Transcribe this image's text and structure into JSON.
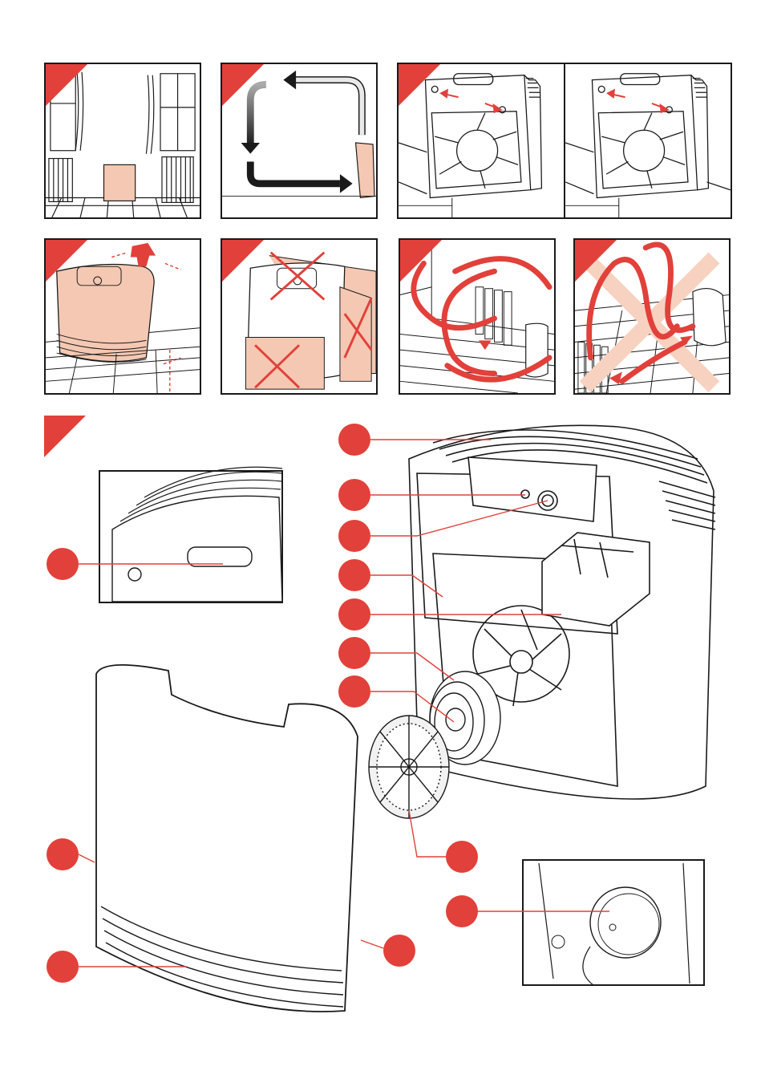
{
  "colors": {
    "accent": "#e2403a",
    "line": "#1a1a1a",
    "peach": "#f4c8b2",
    "cross": "#f7d2c0"
  },
  "panels": [
    {
      "name": "placement-room"
    },
    {
      "name": "rotation-arrows"
    },
    {
      "name": "filter-unit-front-a"
    },
    {
      "name": "filter-unit-front-b"
    },
    {
      "name": "screw-mounting"
    },
    {
      "name": "no-covering"
    },
    {
      "name": "air-circulation-ok"
    },
    {
      "name": "air-circulation-blocked"
    }
  ],
  "callouts": [
    {
      "name": "air-outlet"
    },
    {
      "name": "indicator-light"
    },
    {
      "name": "control-knob"
    },
    {
      "name": "housing"
    },
    {
      "name": "filter-holder"
    },
    {
      "name": "main-filter"
    },
    {
      "name": "filter-knob"
    },
    {
      "name": "handle"
    },
    {
      "name": "pre-filter"
    },
    {
      "name": "front-cover-side"
    },
    {
      "name": "front-cover-grille"
    },
    {
      "name": "front-cover-edge"
    },
    {
      "name": "fan-detail"
    }
  ]
}
